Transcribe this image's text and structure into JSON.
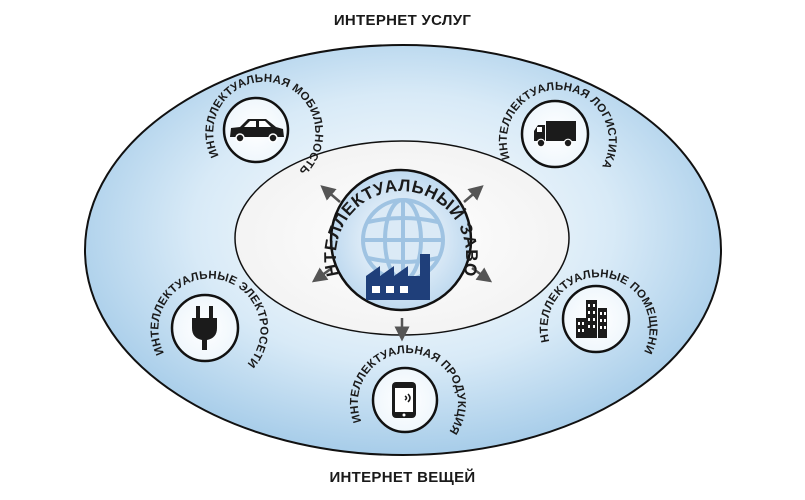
{
  "outer": {
    "title_top": "ИНТЕРНЕТ УСЛУГ",
    "title_bottom": "ИНТЕРНЕТ ВЕЩЕЙ"
  },
  "center": {
    "label": "ИНТЕЛЛЕКТУАЛЬНЫЙ ЗАВОД",
    "icons": [
      "globe-icon",
      "factory-icon"
    ]
  },
  "nodes": [
    {
      "id": "mobility",
      "label": "ИНТЕЛЛЕКТУАЛЬНАЯ МОБИЛЬНОСТЬ",
      "icon": "car-icon"
    },
    {
      "id": "logistics",
      "label": "ИНТЕЛЛЕКТУАЛЬНАЯ ЛОГИСТИКА",
      "icon": "truck-icon"
    },
    {
      "id": "grids",
      "label": "ИНТЕЛЛЕКТУАЛЬНЫЕ ЭЛЕКТРОСЕТИ",
      "icon": "plug-icon"
    },
    {
      "id": "buildings",
      "label": "ИНТЕЛЛЕКТУАЛЬНЫЕ ПОМЕЩЕНИЯ",
      "icon": "buildings-icon"
    },
    {
      "id": "products",
      "label": "ИНТЕЛЛЕКТУАЛЬНАЯ ПРОДУКЦИЯ",
      "icon": "smartphone-icon"
    }
  ],
  "colors": {
    "outer_fill_light": "#e6f2fb",
    "outer_fill_dark": "#9cc6e6",
    "outline": "#111111",
    "icon_dark": "#1b1b1b",
    "globe": "#c9dff0",
    "factory": "#1f3f7a",
    "arrow": "#555555"
  }
}
